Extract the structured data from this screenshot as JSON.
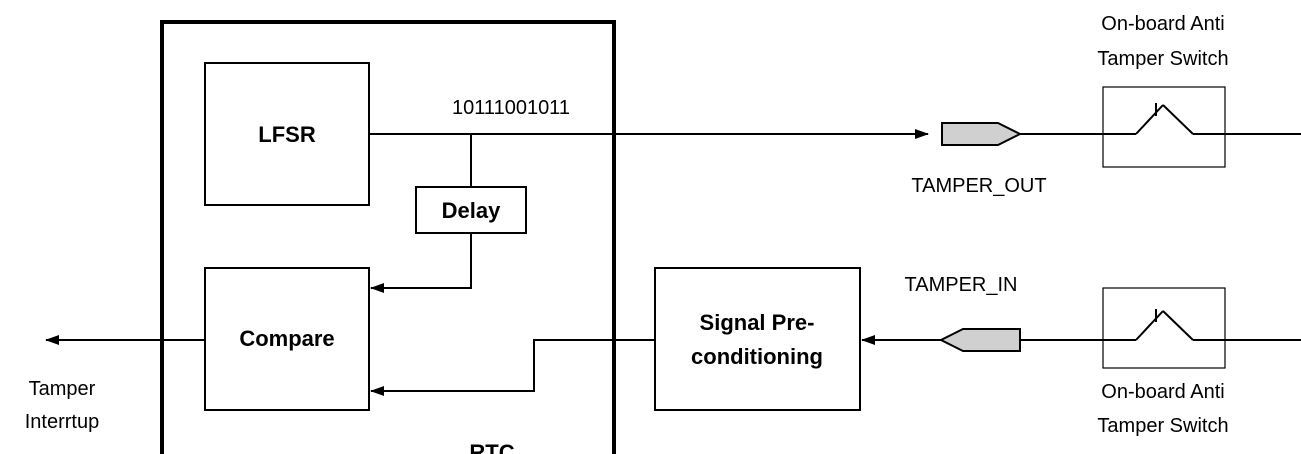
{
  "blocks": {
    "rtc": "RTC",
    "lfsr": "LFSR",
    "delay": "Delay",
    "compare": "Compare",
    "signal_line1": "Signal Pre-",
    "signal_line2": "conditioning"
  },
  "signals": {
    "bit_pattern": "10111001011",
    "tamper_out": "TAMPER_OUT",
    "tamper_in": "TAMPER_IN",
    "tamper_interrupt_line1": "Tamper",
    "tamper_interrupt_line2": "Interrtup"
  },
  "switches": {
    "top_line1": "On-board Anti",
    "top_line2": "Tamper Switch",
    "bottom_line1": "On-board Anti",
    "bottom_line2": "Tamper Switch"
  }
}
